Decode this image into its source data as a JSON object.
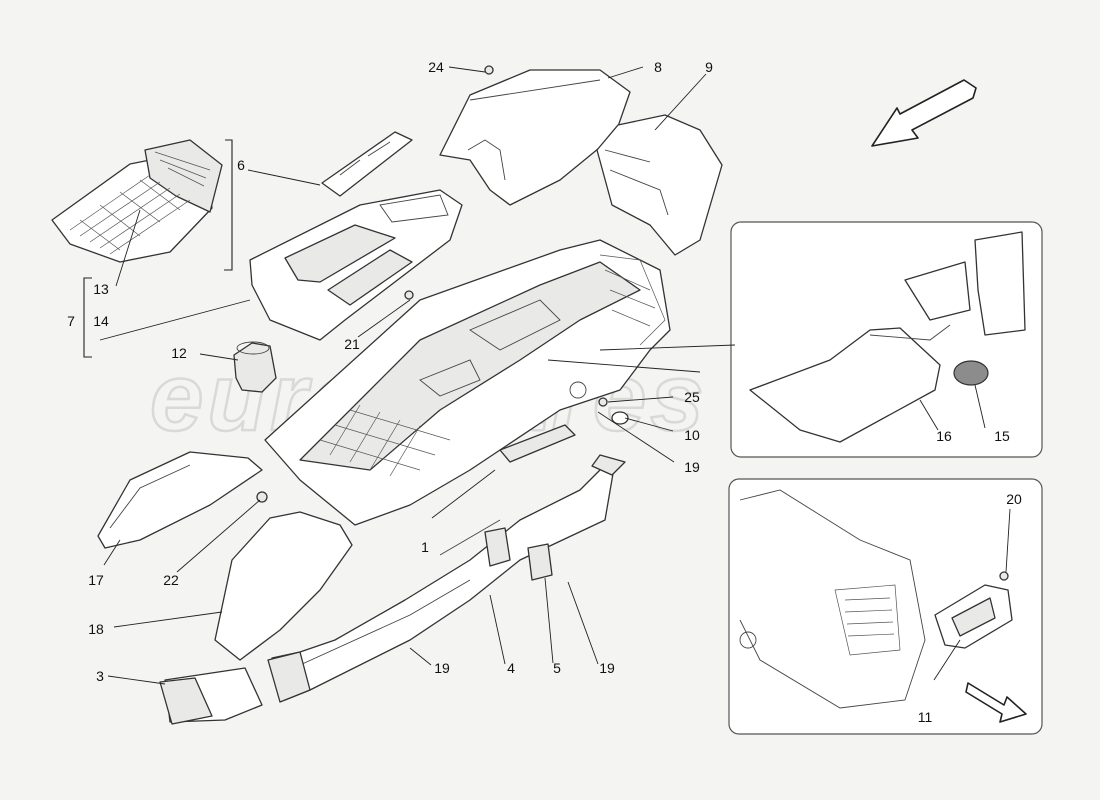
{
  "watermark": "eurospares",
  "callouts": {
    "c1": "1",
    "c3": "3",
    "c4": "4",
    "c5": "5",
    "c6": "6",
    "c7": "7",
    "c8": "8",
    "c9": "9",
    "c10": "10",
    "c11": "11",
    "c12": "12",
    "c13": "13",
    "c14": "14",
    "c15": "15",
    "c16": "16",
    "c17": "17",
    "c18": "18",
    "c19a": "19",
    "c19b": "19",
    "c19c": "19",
    "c20": "20",
    "c21": "21",
    "c22": "22",
    "c24": "24",
    "c25": "25"
  }
}
